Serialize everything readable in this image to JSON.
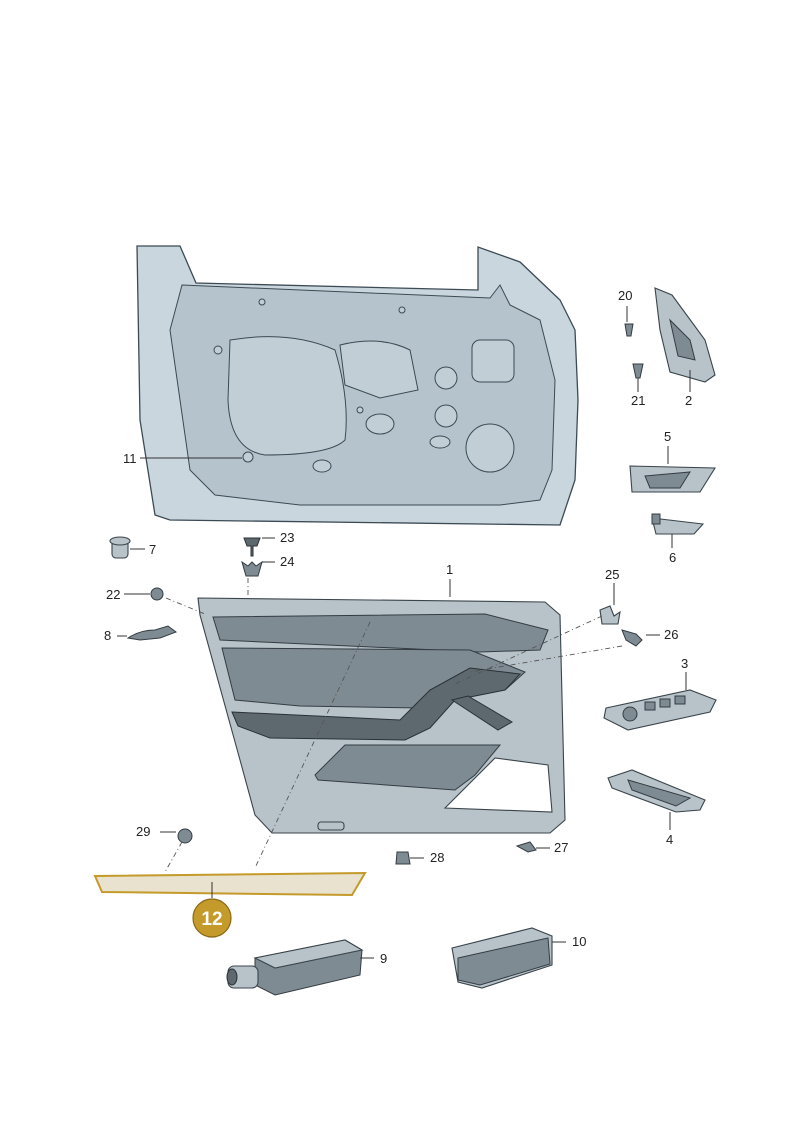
{
  "callouts": [
    {
      "id": "c1",
      "label": "1"
    },
    {
      "id": "c2",
      "label": "2"
    },
    {
      "id": "c3",
      "label": "3"
    },
    {
      "id": "c4",
      "label": "4"
    },
    {
      "id": "c5",
      "label": "5"
    },
    {
      "id": "c6",
      "label": "6"
    },
    {
      "id": "c7",
      "label": "7"
    },
    {
      "id": "c8",
      "label": "8"
    },
    {
      "id": "c9",
      "label": "9"
    },
    {
      "id": "c10",
      "label": "10"
    },
    {
      "id": "c11",
      "label": "11"
    },
    {
      "id": "c20",
      "label": "20"
    },
    {
      "id": "c21",
      "label": "21"
    },
    {
      "id": "c22",
      "label": "22"
    },
    {
      "id": "c23",
      "label": "23"
    },
    {
      "id": "c24",
      "label": "24"
    },
    {
      "id": "c25",
      "label": "25"
    },
    {
      "id": "c26",
      "label": "26"
    },
    {
      "id": "c27",
      "label": "27"
    },
    {
      "id": "c28",
      "label": "28"
    },
    {
      "id": "c29",
      "label": "29"
    }
  ],
  "highlight": {
    "label": "12",
    "color": "#c49a2a"
  },
  "colors": {
    "part_fill": "#b7c2c9",
    "frame_fill": "#c9d6de",
    "trim_fill": "#e9e2cf"
  }
}
